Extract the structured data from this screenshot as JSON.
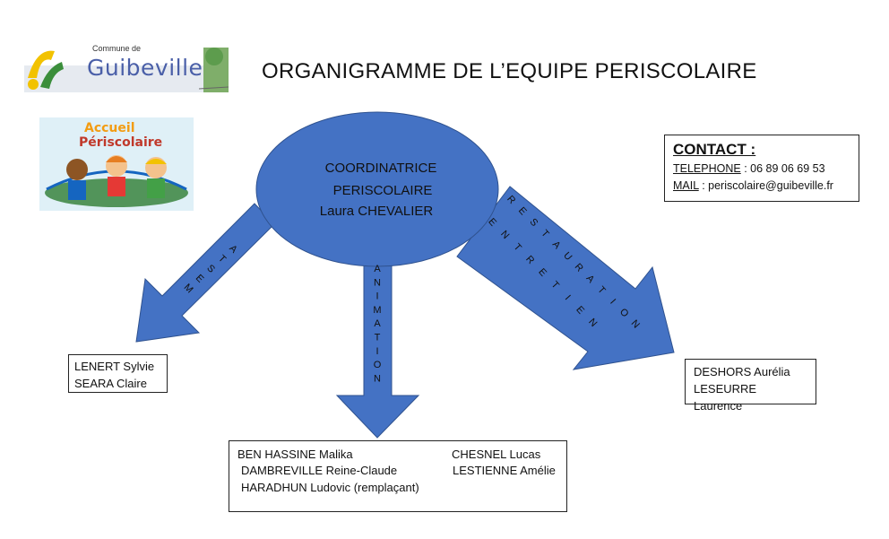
{
  "header": {
    "logo": {
      "commune_label": "Commune de",
      "name": "Guibeville"
    },
    "title": "ORGANIGRAMME DE L’EQUIPE PERISCOLAIRE",
    "accueil_logo": {
      "line1": "Accueil",
      "line2": "Périscolaire"
    }
  },
  "contact": {
    "heading": "CONTACT  :",
    "phone_label": "TELEPHONE",
    "phone_value": " : 06 89 06 69 53",
    "mail_label": "MAIL",
    "mail_value": " : periscolaire@guibeville.fr"
  },
  "coordinator": {
    "line1": "COORDINATRICE",
    "line2": "PERISCOLAIRE",
    "name": "Laura CHEVALIER"
  },
  "branches": {
    "atsem": {
      "label": "ATSEM",
      "members": [
        "LENERT Sylvie",
        "SEARA Claire"
      ]
    },
    "animation": {
      "label": "ANIMATION",
      "members_left": [
        "BEN HASSINE Malika",
        "DAMBREVILLE Reine-Claude",
        "HARADHUN Ludovic (remplaçant)"
      ],
      "members_right": [
        "CHESNEL Lucas",
        "LESTIENNE Amélie"
      ]
    },
    "restauration": {
      "label_line1": "RESTAURATION",
      "label_line2": "ENTRETIEN",
      "members": [
        "DESHORS Aurélia",
        "LESEURRE Laurence"
      ]
    }
  },
  "colors": {
    "shape_fill": "#4472C4",
    "shape_stroke": "#2F528F",
    "logo_blue": "#4a5fa8",
    "logo_yellow": "#f2c200"
  }
}
